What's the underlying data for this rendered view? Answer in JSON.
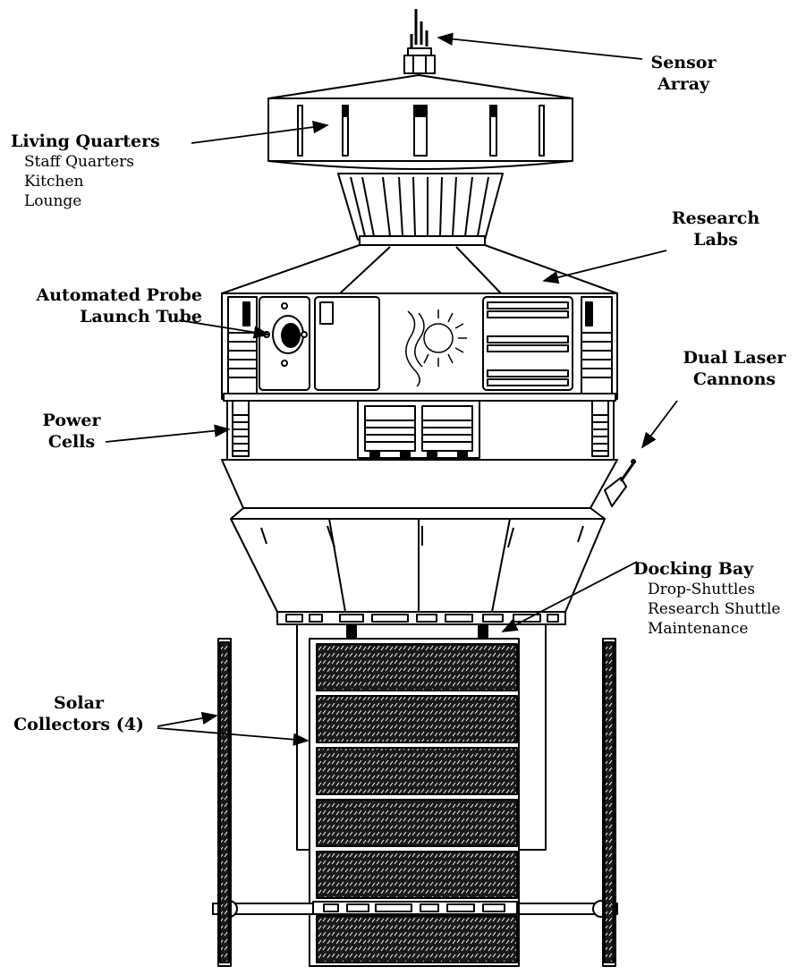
{
  "labels": {
    "sensor_array": [
      "Sensor",
      "Array"
    ],
    "living_quarters": {
      "title": "Living Quarters",
      "items": [
        "Staff Quarters",
        "Kitchen",
        "Lounge"
      ]
    },
    "research_labs": [
      "Research",
      "Labs"
    ],
    "probe_tube": [
      "Automated Probe",
      "Launch Tube"
    ],
    "laser_cannons": [
      "Dual Laser",
      "Cannons"
    ],
    "power_cells": [
      "Power",
      "Cells"
    ],
    "docking_bay": {
      "title": "Docking Bay",
      "items": [
        "Drop-Shuttles",
        "Research Shuttle",
        "Maintenance"
      ]
    },
    "solar_collectors": [
      "Solar",
      "Collectors (4)"
    ]
  },
  "colors": {
    "ink": "#000000",
    "paper": "#ffffff",
    "panel": "#1a1a1a"
  }
}
